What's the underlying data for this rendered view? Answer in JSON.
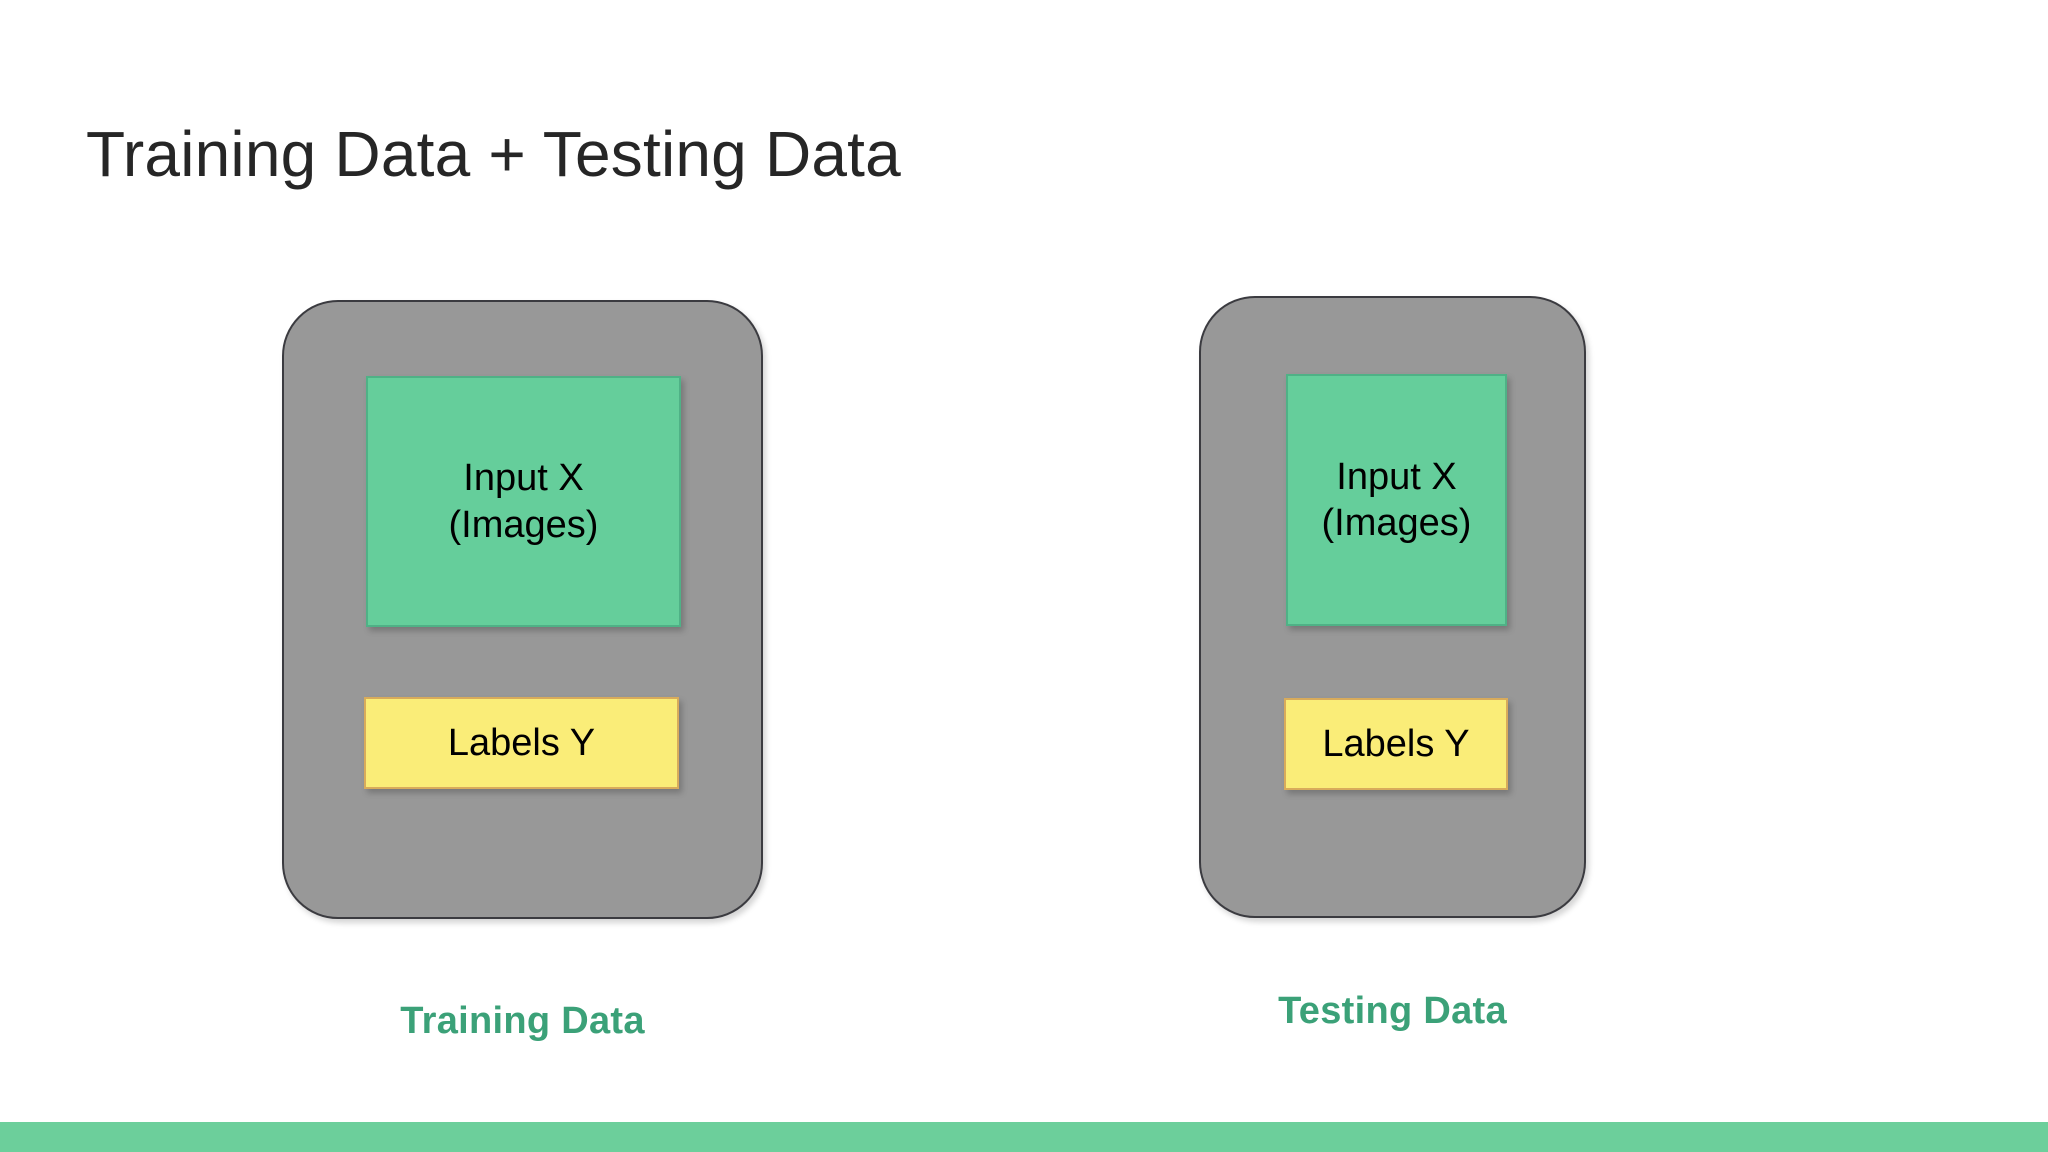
{
  "slide": {
    "title": "Training Data + Testing Data",
    "background_color": "#ffffff",
    "title_color": "#262626",
    "accent_bar_color": "#6ccf9b"
  },
  "cards": [
    {
      "id": "training",
      "caption": "Training Data",
      "caption_color": "#3ba178",
      "card_color": "#989898",
      "input_box": {
        "line1": "Input X",
        "line2": "(Images)",
        "color": "#65ce9b"
      },
      "labels_box": {
        "text": "Labels Y",
        "color": "#faed78"
      }
    },
    {
      "id": "testing",
      "caption": "Testing Data",
      "caption_color": "#3ba178",
      "card_color": "#989898",
      "input_box": {
        "line1": "Input X",
        "line2": "(Images)",
        "color": "#65ce9b"
      },
      "labels_box": {
        "text": "Labels Y",
        "color": "#faed78"
      }
    }
  ]
}
